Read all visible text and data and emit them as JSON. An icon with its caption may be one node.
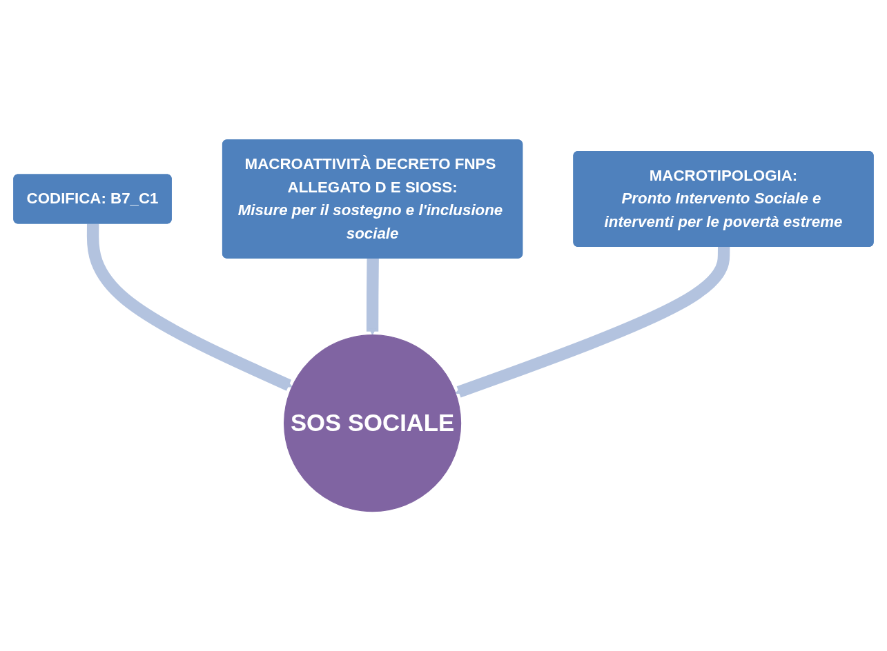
{
  "diagram": {
    "nodes": [
      {
        "text": [
          "CODIFICA: B7_C1"
        ]
      },
      {
        "text": [
          "MACROATTIVITÀ DECRETO FNPS ALLEGATO D E SIOSS:",
          "Misure per il sostegno e l'inclusione sociale"
        ]
      },
      {
        "text": [
          "MACROTIPOLOGIA:",
          "Pronto Intervento Sociale e interventi per le povertà estreme"
        ]
      },
      {
        "text": [
          "SOS SOCIALE"
        ]
      }
    ],
    "edges": [
      {
        "from": 0,
        "to": 3,
        "arrow": "to"
      },
      {
        "from": 1,
        "to": 3,
        "arrow": "to"
      },
      {
        "from": 2,
        "to": 3,
        "arrow": "to"
      }
    ]
  }
}
